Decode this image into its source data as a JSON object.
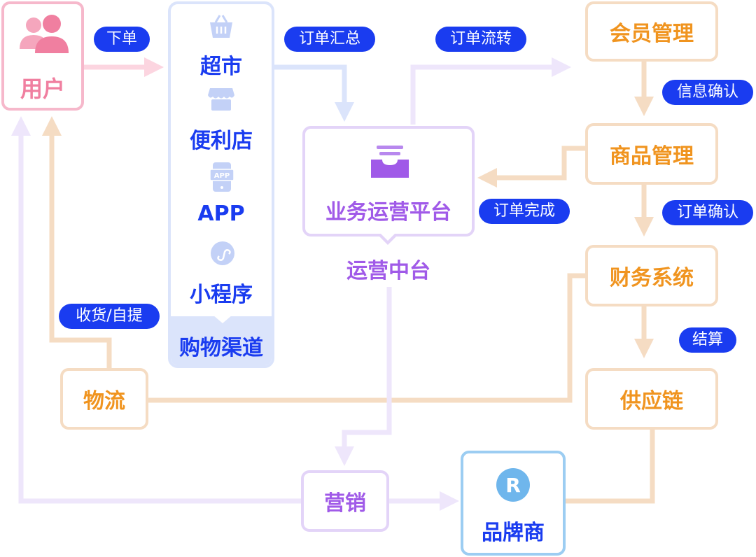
{
  "nodes": {
    "user": "用户",
    "channel": {
      "items": [
        "超市",
        "便利店",
        "APP",
        "小程序"
      ],
      "title": "购物渠道",
      "app_icon_text": "APP"
    },
    "platform": "业务运营平台",
    "platform_caption": "运营中台",
    "member": "会员管理",
    "goods": "商品管理",
    "finance": "财务系统",
    "supply": "供应链",
    "logistics": "物流",
    "marketing": "营销",
    "brand": "品牌商",
    "brand_icon_text": "R"
  },
  "edges": {
    "order": "下单",
    "order_summary": "订单汇总",
    "order_flow": "订单流转",
    "info_confirm": "信息确认",
    "order_confirm": "订单确认",
    "order_done": "订单完成",
    "settle": "结算",
    "receive": "收货/自提"
  },
  "colors": {
    "user": "#f07fa0",
    "user_border": "#f6b8cb",
    "channel_border": "#dbe4fb",
    "channel_text": "#1a3cf0",
    "platform": "#a05ae8",
    "platform_border": "#e3d4f8",
    "orange": "#f0941f",
    "orange_border": "#f5dcc3",
    "brand_border": "#9ccdf2",
    "brand_icon": "#6fb6ec",
    "pill": "#1a3cf0"
  },
  "icons": {
    "user": "users-icon",
    "supermarket": "basket-icon",
    "store": "shop-icon",
    "app": "phone-app-icon",
    "miniprogram": "mini-program-icon",
    "platform": "inbox-tray-icon",
    "brand": "registered-mark-icon"
  }
}
